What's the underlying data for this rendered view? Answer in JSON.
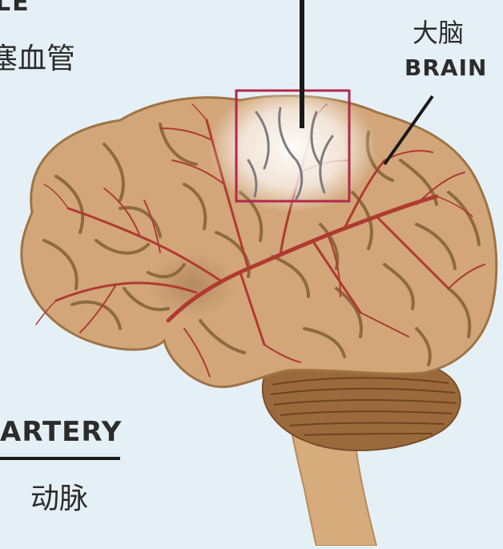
{
  "labels": {
    "top_en": "LE",
    "top_zh": "塞血管",
    "brain_zh": "大脑",
    "brain_en": "BRAIN",
    "artery_en": "ARTERY",
    "artery_zh": "动脉"
  },
  "colors": {
    "background": "#e5f0f6",
    "brain_fill": "#d2a679",
    "brain_fold": "#8e6a3e",
    "artery": "#b03a32",
    "cerebellum": "#9b6a3c",
    "brainstem": "#d7ac7d",
    "highlight_box": "#b2284a",
    "pointer_line": "#1a1a1a"
  }
}
